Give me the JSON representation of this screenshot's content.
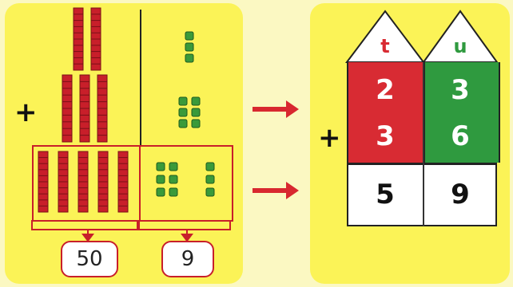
{
  "left_panel": {
    "plus_sign": "+",
    "tens_answer": "50",
    "ones_answer": "9"
  },
  "right_panel": {
    "plus_sign": "+",
    "tens_header": "t",
    "ones_header": "u",
    "top_row": {
      "tens": "2",
      "units": "3"
    },
    "middle_row": {
      "tens": "3",
      "units": "6"
    },
    "result_row": {
      "tens": "5",
      "units": "9"
    }
  },
  "blocks": {
    "top_number": {
      "tens": 2,
      "ones": 3
    },
    "bottom_number": {
      "tens": 3,
      "ones": 6
    },
    "total": {
      "tens": 5,
      "ones": 9
    }
  },
  "colors": {
    "background": "#fbf8c2",
    "panel": "#fbf357",
    "tens_rod": "#c81f2a",
    "ones_cube": "#3a9a3a",
    "arrow": "#d8282f",
    "tens_column": "#d82b33",
    "units_column": "#2f9a3f"
  }
}
